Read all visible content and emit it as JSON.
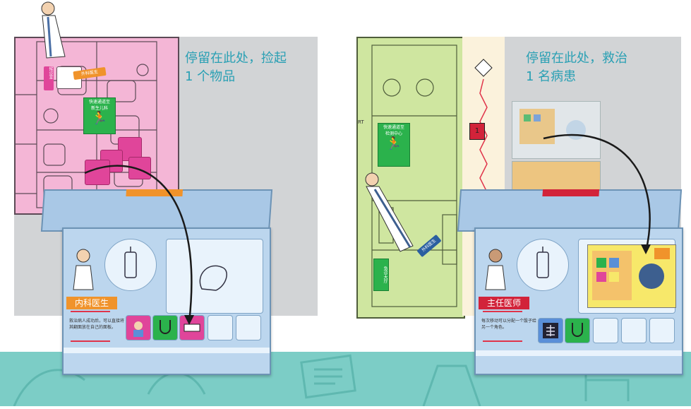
{
  "left_panel": {
    "caption_line1": "停留在此处，捡起",
    "caption_line2": "1 个物品",
    "map_labels": {
      "waiting_room": "候诊室",
      "doctor_tag": "外科医生",
      "exit_line1": "快速通道至",
      "exit_line2": "新生儿科"
    },
    "card": {
      "role": "内科医生",
      "ability_text": "救治病人成功后，可以直接将其翻面放在自己的面板。"
    }
  },
  "right_panel": {
    "caption_line1": "停留在此处，救治",
    "caption_line2": "1 名病患",
    "map_labels": {
      "exit_line1": "快速通道至",
      "exit_line2": "检测中心",
      "emergency_line1": "急诊",
      "emergency_line2": "大厅",
      "doctor_tag": "外科医生",
      "counter": "1",
      "edge_text": "RT"
    },
    "card": {
      "role": "主任医师",
      "ability_text": "每次移动可以分配一个骰子给另一个角色。"
    }
  },
  "colors": {
    "caption": "#2aa0b4",
    "map_pink": "#f4b6d6",
    "map_green": "#cfe6a0",
    "board_blue": "#bcd6ee",
    "role_orange": "#f0932b",
    "role_red": "#e0344a",
    "tile_magenta": "#e0459a",
    "band_teal": "#7ccdc6"
  }
}
